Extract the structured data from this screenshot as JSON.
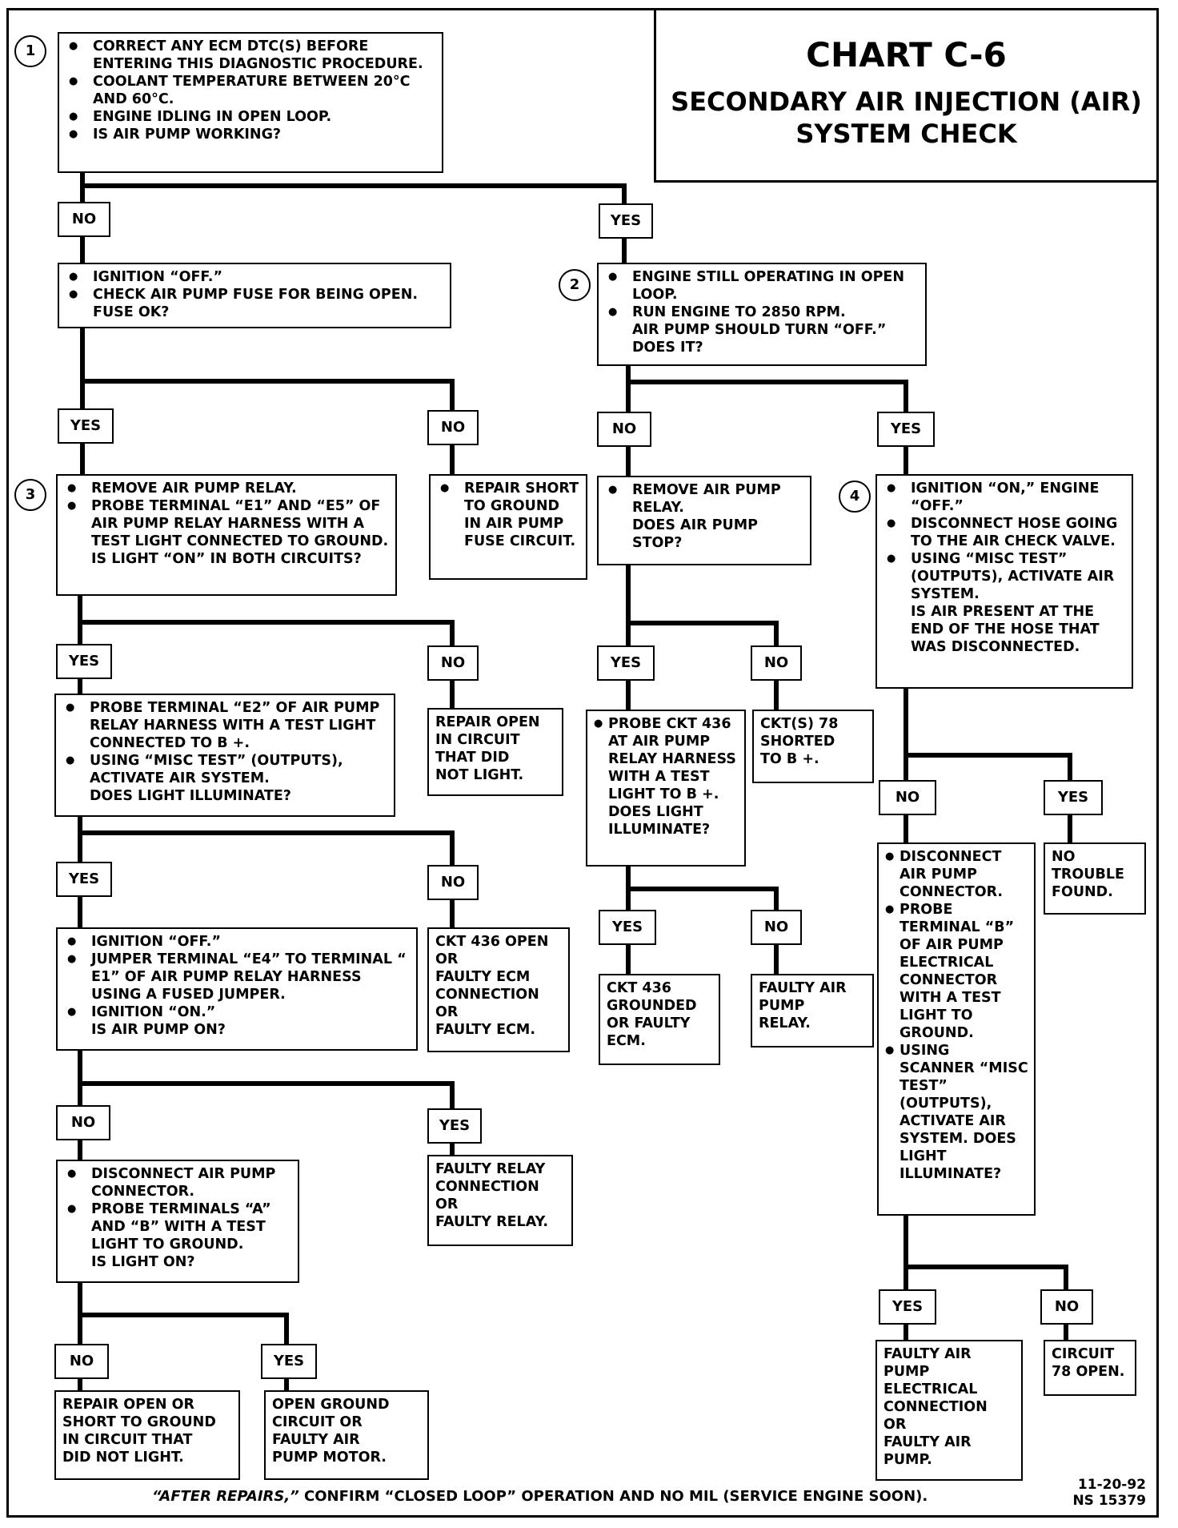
{
  "title": {
    "chart": "CHART C-6",
    "subtitle": "SECONDARY AIR INJECTION (AIR) SYSTEM CHECK"
  },
  "steps": {
    "s1": "1",
    "s2": "2",
    "s3": "3",
    "s4": "4"
  },
  "boxes": {
    "start": [
      "CORRECT ANY ECM DTC(s) BEFORE ENTERING THIS DIAGNOSTIC PROCEDURE.",
      "COOLANT TEMPERATURE BETWEEN 20°C AND 60°C.",
      "ENGINE IDLING IN OPEN LOOP.",
      "IS AIR PUMP WORKING?"
    ],
    "fuse_check": [
      "IGNITION “OFF.”",
      "CHECK AIR PUMP FUSE FOR BEING OPEN."
    ],
    "fuse_check_q": "FUSE OK?",
    "open_loop": [
      "ENGINE STILL OPERATING IN OPEN LOOP.",
      "RUN ENGINE TO 2850 RPM."
    ],
    "open_loop_q": "AIR PUMP SHOULD TURN “OFF.” DOES IT?",
    "relay_probe": [
      "REMOVE AIR PUMP RELAY.",
      "PROBE TERMINAL “E1” AND “E5” OF AIR PUMP RELAY HARNESS WITH A TEST LIGHT CONNECTED TO GROUND."
    ],
    "relay_probe_q": "IS LIGHT “ON” IN BOTH CIRCUITS?",
    "repair_short": [
      "REPAIR SHORT TO GROUND IN AIR PUMP FUSE CIRCUIT."
    ],
    "remove_relay": [
      "REMOVE AIR PUMP RELAY."
    ],
    "remove_relay_q": "DOES AIR PUMP STOP?",
    "hose_check": [
      "IGNITION “ON,” ENGINE “OFF.”",
      "DISCONNECT HOSE GOING TO THE AIR CHECK VALVE.",
      "USING “MISC TEST” (OUTPUTS), ACTIVATE AIR SYSTEM."
    ],
    "hose_check_q": "IS AIR PRESENT AT THE END OF THE HOSE THAT WAS DISCONNECTED.",
    "e2_probe": [
      "PROBE TERMINAL “E2” OF AIR PUMP RELAY HARNESS WITH A TEST LIGHT CONNECTED TO B +.",
      "USING “MISC TEST” (OUTPUTS), ACTIVATE AIR SYSTEM."
    ],
    "e2_probe_q": "DOES LIGHT ILLUMINATE?",
    "repair_open_circuit": "REPAIR OPEN\nIN CIRCUIT\nTHAT DID\nNOT LIGHT.",
    "ckt436_probe": [
      "PROBE CKT 436 AT AIR PUMP RELAY HARNESS WITH A TEST LIGHT TO B +.",
      "DOES LIGHT ILLUMINATE?"
    ],
    "ckt78_shorted": "CKT(S) 78\nSHORTED\nTO B +.",
    "disconnect_probe": [
      "DISCONNECT AIR PUMP CONNECTOR.",
      "PROBE TERMINAL “B” OF AIR PUMP ELECTRICAL CONNECTOR WITH A TEST LIGHT TO GROUND.",
      "USING SCANNER “MISC TEST” (OUTPUTS), ACTIVATE AIR SYSTEM. DOES LIGHT ILLUMINATE?"
    ],
    "no_trouble": "NO\nTROUBLE\nFOUND.",
    "jumper": [
      "IGNITION “OFF.”",
      "JUMPER TERMINAL “E4” TO TERMINAL “ E1” OF AIR PUMP RELAY HARNESS USING A FUSED JUMPER.",
      "IGNITION “ON.”"
    ],
    "jumper_q": "IS AIR PUMP ON?",
    "ckt436_open": "CKT 436 OPEN\nOR\nFAULTY ECM\nCONNECTION\nOR\nFAULTY ECM.",
    "ckt436_grounded": "CKT 436\nGROUNDED\nOR FAULTY\nECM.",
    "faulty_relay_air": "FAULTY AIR\nPUMP\nRELAY.",
    "ab_probe": [
      "DISCONNECT AIR PUMP CONNECTOR.",
      "PROBE TERMINALS “A” AND “B” WITH A TEST LIGHT TO GROUND."
    ],
    "ab_probe_q": "IS LIGHT ON?",
    "faulty_relay_conn": "FAULTY RELAY\nCONNECTION\nOR\nFAULTY RELAY.",
    "repair_open_short": "REPAIR OPEN OR\nSHORT TO GROUND\nIN CIRCUIT THAT\nDID NOT LIGHT.",
    "open_ground": "OPEN GROUND\nCIRCUIT OR\nFAULTY AIR\nPUMP MOTOR.",
    "faulty_pump_conn": "FAULTY AIR\nPUMP\nELECTRICAL\nCONNECTION\nOR\nFAULTY AIR\nPUMP.",
    "ckt78_open": "CIRCUIT\n78 OPEN."
  },
  "labels": {
    "yes": "YES",
    "no": "NO"
  },
  "footer": {
    "italic": "“AFTER REPAIRS,”",
    "text": " CONFIRM “CLOSED LOOP” OPERATION AND NO MIL (SERVICE ENGINE SOON).",
    "date": "11-20-92",
    "code": "NS 15379"
  }
}
